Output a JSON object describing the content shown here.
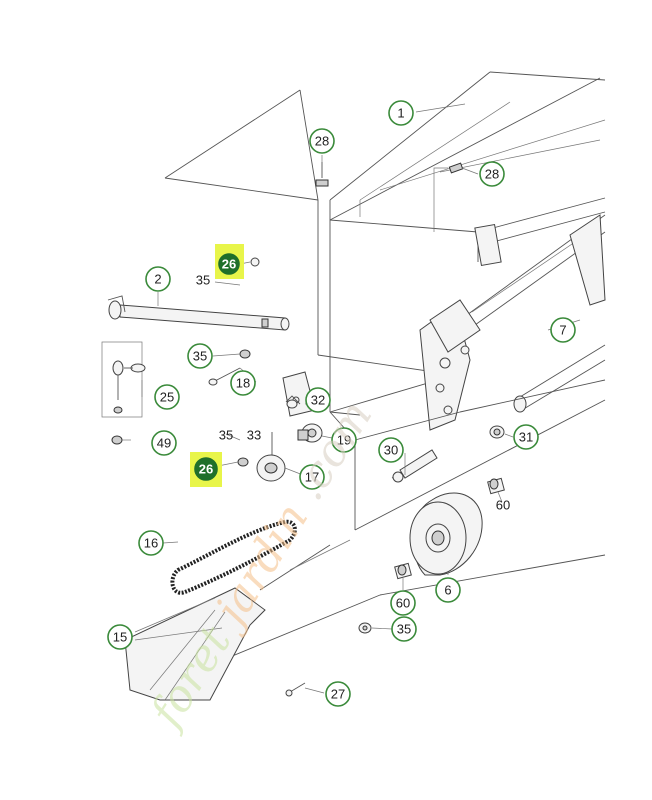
{
  "callouts": [
    {
      "id": "c1",
      "label": "1"
    },
    {
      "id": "c2",
      "label": "2"
    },
    {
      "id": "c6",
      "label": "6"
    },
    {
      "id": "c7",
      "label": "7"
    },
    {
      "id": "c15",
      "label": "15"
    },
    {
      "id": "c16",
      "label": "16"
    },
    {
      "id": "c17",
      "label": "17"
    },
    {
      "id": "c18",
      "label": "18"
    },
    {
      "id": "c19",
      "label": "19"
    },
    {
      "id": "c25",
      "label": "25"
    },
    {
      "id": "c26a",
      "label": "26"
    },
    {
      "id": "c26b",
      "label": "26"
    },
    {
      "id": "c27",
      "label": "27"
    },
    {
      "id": "c28a",
      "label": "28"
    },
    {
      "id": "c28b",
      "label": "28"
    },
    {
      "id": "c30",
      "label": "30"
    },
    {
      "id": "c31",
      "label": "31"
    },
    {
      "id": "c32",
      "label": "32"
    },
    {
      "id": "c33",
      "label": "33"
    },
    {
      "id": "c35a",
      "label": "35"
    },
    {
      "id": "c35b",
      "label": "35"
    },
    {
      "id": "c35c",
      "label": "35"
    },
    {
      "id": "c35d",
      "label": "35"
    },
    {
      "id": "c49",
      "label": "49"
    },
    {
      "id": "c60a",
      "label": "60"
    },
    {
      "id": "c60b",
      "label": "60"
    }
  ],
  "highlight_color": "#e8f54a",
  "highlight_badge_color": "#1f6f2a",
  "callout_ring_color": "#3a8a3a",
  "watermark": {
    "part1": "foret",
    "part2": "jardin",
    "part3": ".com"
  }
}
